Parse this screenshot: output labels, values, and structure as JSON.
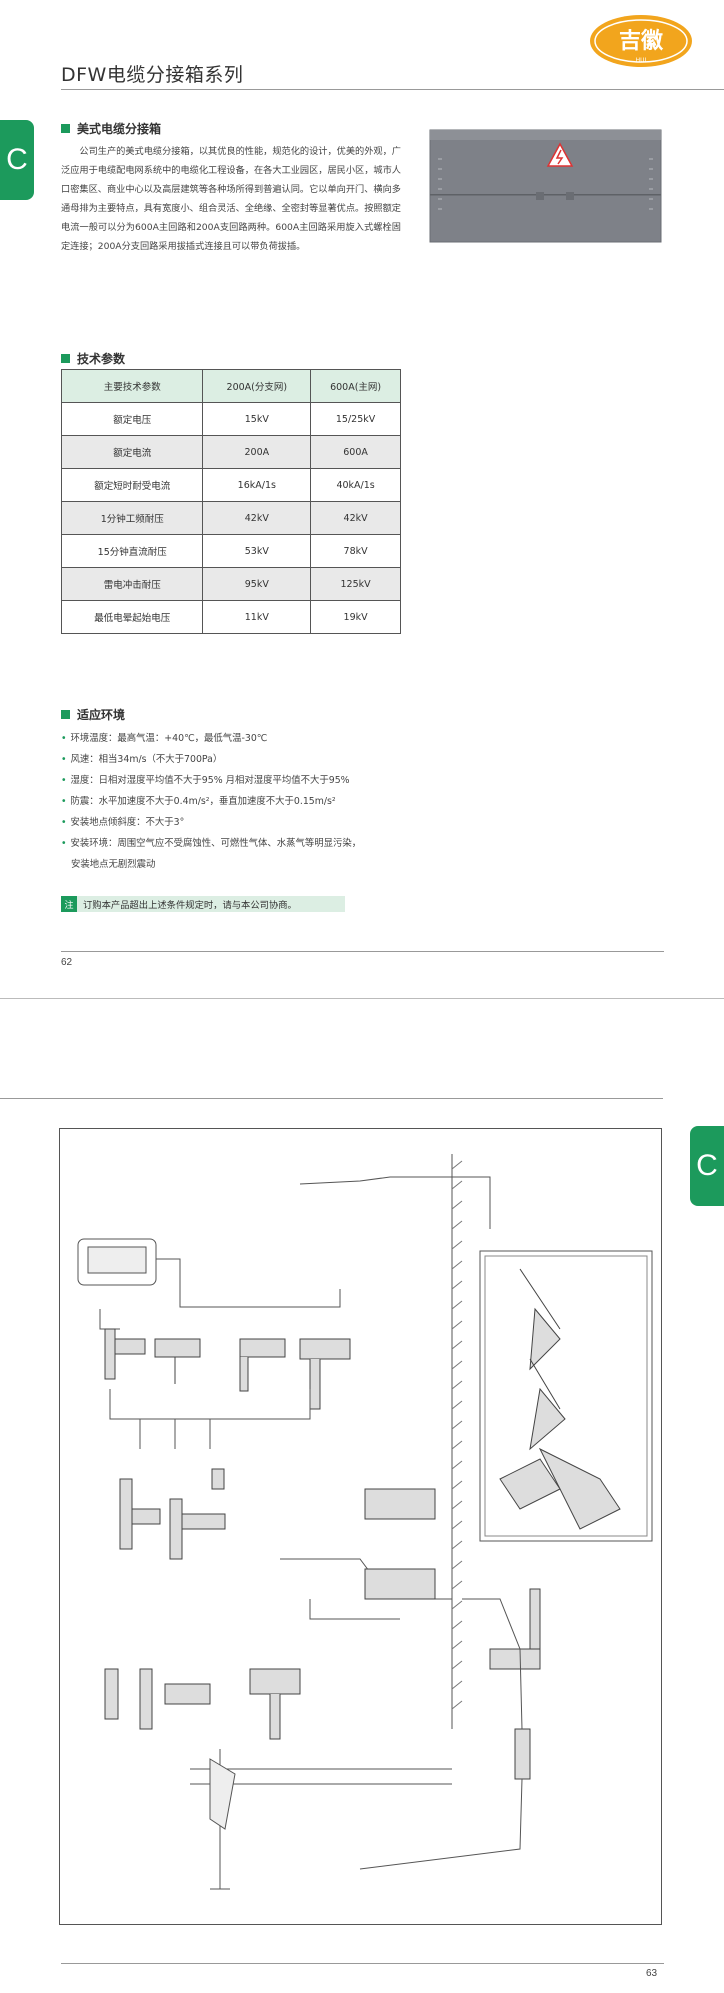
{
  "page1": {
    "logo": {
      "chars": "吉徽",
      "sub": "HUI",
      "colors": {
        "bg": "#f2a51d",
        "text": "#ffffff"
      }
    },
    "title": "DFW电缆分接箱系列",
    "section_tab": "C",
    "intro": {
      "heading": "美式电缆分接箱",
      "text": "公司生产的美式电缆分接箱，以其优良的性能，规范化的设计，优美的外观，广泛应用于电缆配电网系统中的电缆化工程设备，在各大工业园区，居民小区，城市人口密集区、商业中心以及高层建筑等各种场所得到普遍认同。它以单向开门、横向多通母排为主要特点，具有宽度小、组合灵活、全绝缘、全密封等显著优点。按照额定电流一般可以分为600A主回路和200A支回路两种。600A主回路采用旋入式螺栓固定连接；200A分支回路采用拔插式连接且可以带负荷拔插。"
    },
    "specs": {
      "heading": "技术参数",
      "columns": [
        "主要技术参数",
        "200A(分支网)",
        "600A(主网)"
      ],
      "rows": [
        [
          "额定电压",
          "15kV",
          "15/25kV"
        ],
        [
          "额定电流",
          "200A",
          "600A"
        ],
        [
          "额定短时耐受电流",
          "16kA/1s",
          "40kA/1s"
        ],
        [
          "1分钟工频耐压",
          "42kV",
          "42kV"
        ],
        [
          "15分钟直流耐压",
          "53kV",
          "78kV"
        ],
        [
          "雷电冲击耐压",
          "95kV",
          "125kV"
        ],
        [
          "最低电晕起始电压",
          "11kV",
          "19kV"
        ]
      ]
    },
    "environment": {
      "heading": "适应环境",
      "items": [
        "环境温度：最高气温：+40℃，最低气温-30℃",
        "风速：相当34m/s（不大于700Pa）",
        "湿度：日相对湿度平均值不大于95%    月相对湿度平均值不大于95%",
        "防震：水平加速度不大于0.4m/s²，垂直加速度不大于0.15m/s²",
        "安装地点倾斜度：不大于3°",
        "安装环境：周围空气应不受腐蚀性、可燃性气体、水蒸气等明显污染，",
        "安装地点无剧烈震动"
      ]
    },
    "note": {
      "tag": "注",
      "text": "订购本产品超出上述条件规定时，请与本公司协商。"
    },
    "page_number": "62"
  },
  "page2": {
    "section_tab": "C",
    "page_number": "63"
  }
}
